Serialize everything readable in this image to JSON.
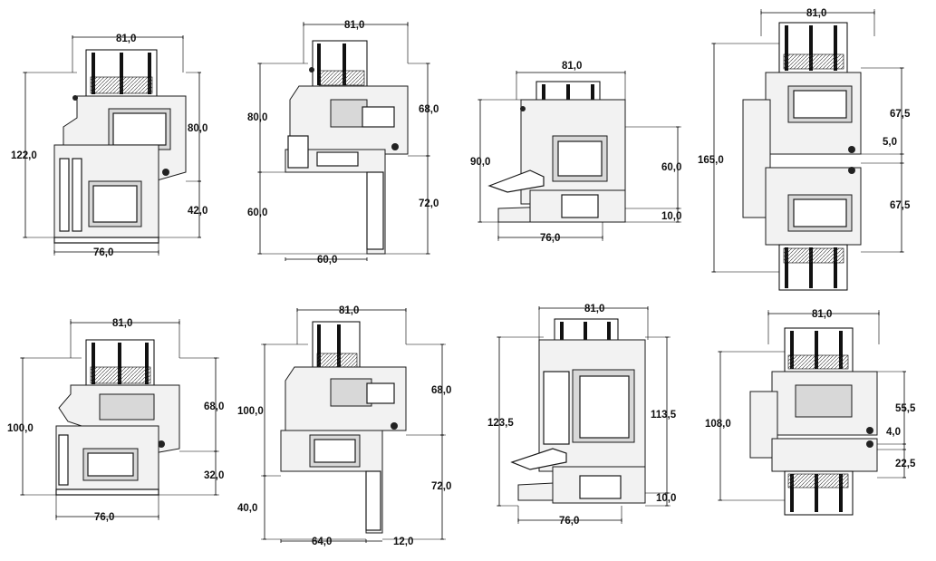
{
  "colors": {
    "line": "#000000",
    "background": "#ffffff",
    "fill": "#f2f2f2",
    "steel": "#d8d8d8"
  },
  "sections": [
    {
      "labels": [
        "81,0",
        "122,0",
        "80,0",
        "42,0",
        "76,0"
      ]
    },
    {
      "labels": [
        "81,0",
        "80,0",
        "68,0",
        "72,0",
        "60,0",
        "60,0"
      ]
    },
    {
      "labels": [
        "81,0",
        "90,0",
        "60,0",
        "10,0",
        "76,0"
      ]
    },
    {
      "labels": [
        "81,0",
        "165,0",
        "67,5",
        "5,0",
        "67,5"
      ]
    },
    {
      "labels": [
        "81,0",
        "100,0",
        "68,0",
        "32,0",
        "76,0"
      ]
    },
    {
      "labels": [
        "81,0",
        "100,0",
        "68,0",
        "72,0",
        "40,0",
        "64,0",
        "12,0"
      ]
    },
    {
      "labels": [
        "81,0",
        "123,5",
        "113,5",
        "10,0",
        "76,0"
      ]
    },
    {
      "labels": [
        "81,0",
        "108,0",
        "55,5",
        "4,0",
        "22,5"
      ]
    }
  ]
}
